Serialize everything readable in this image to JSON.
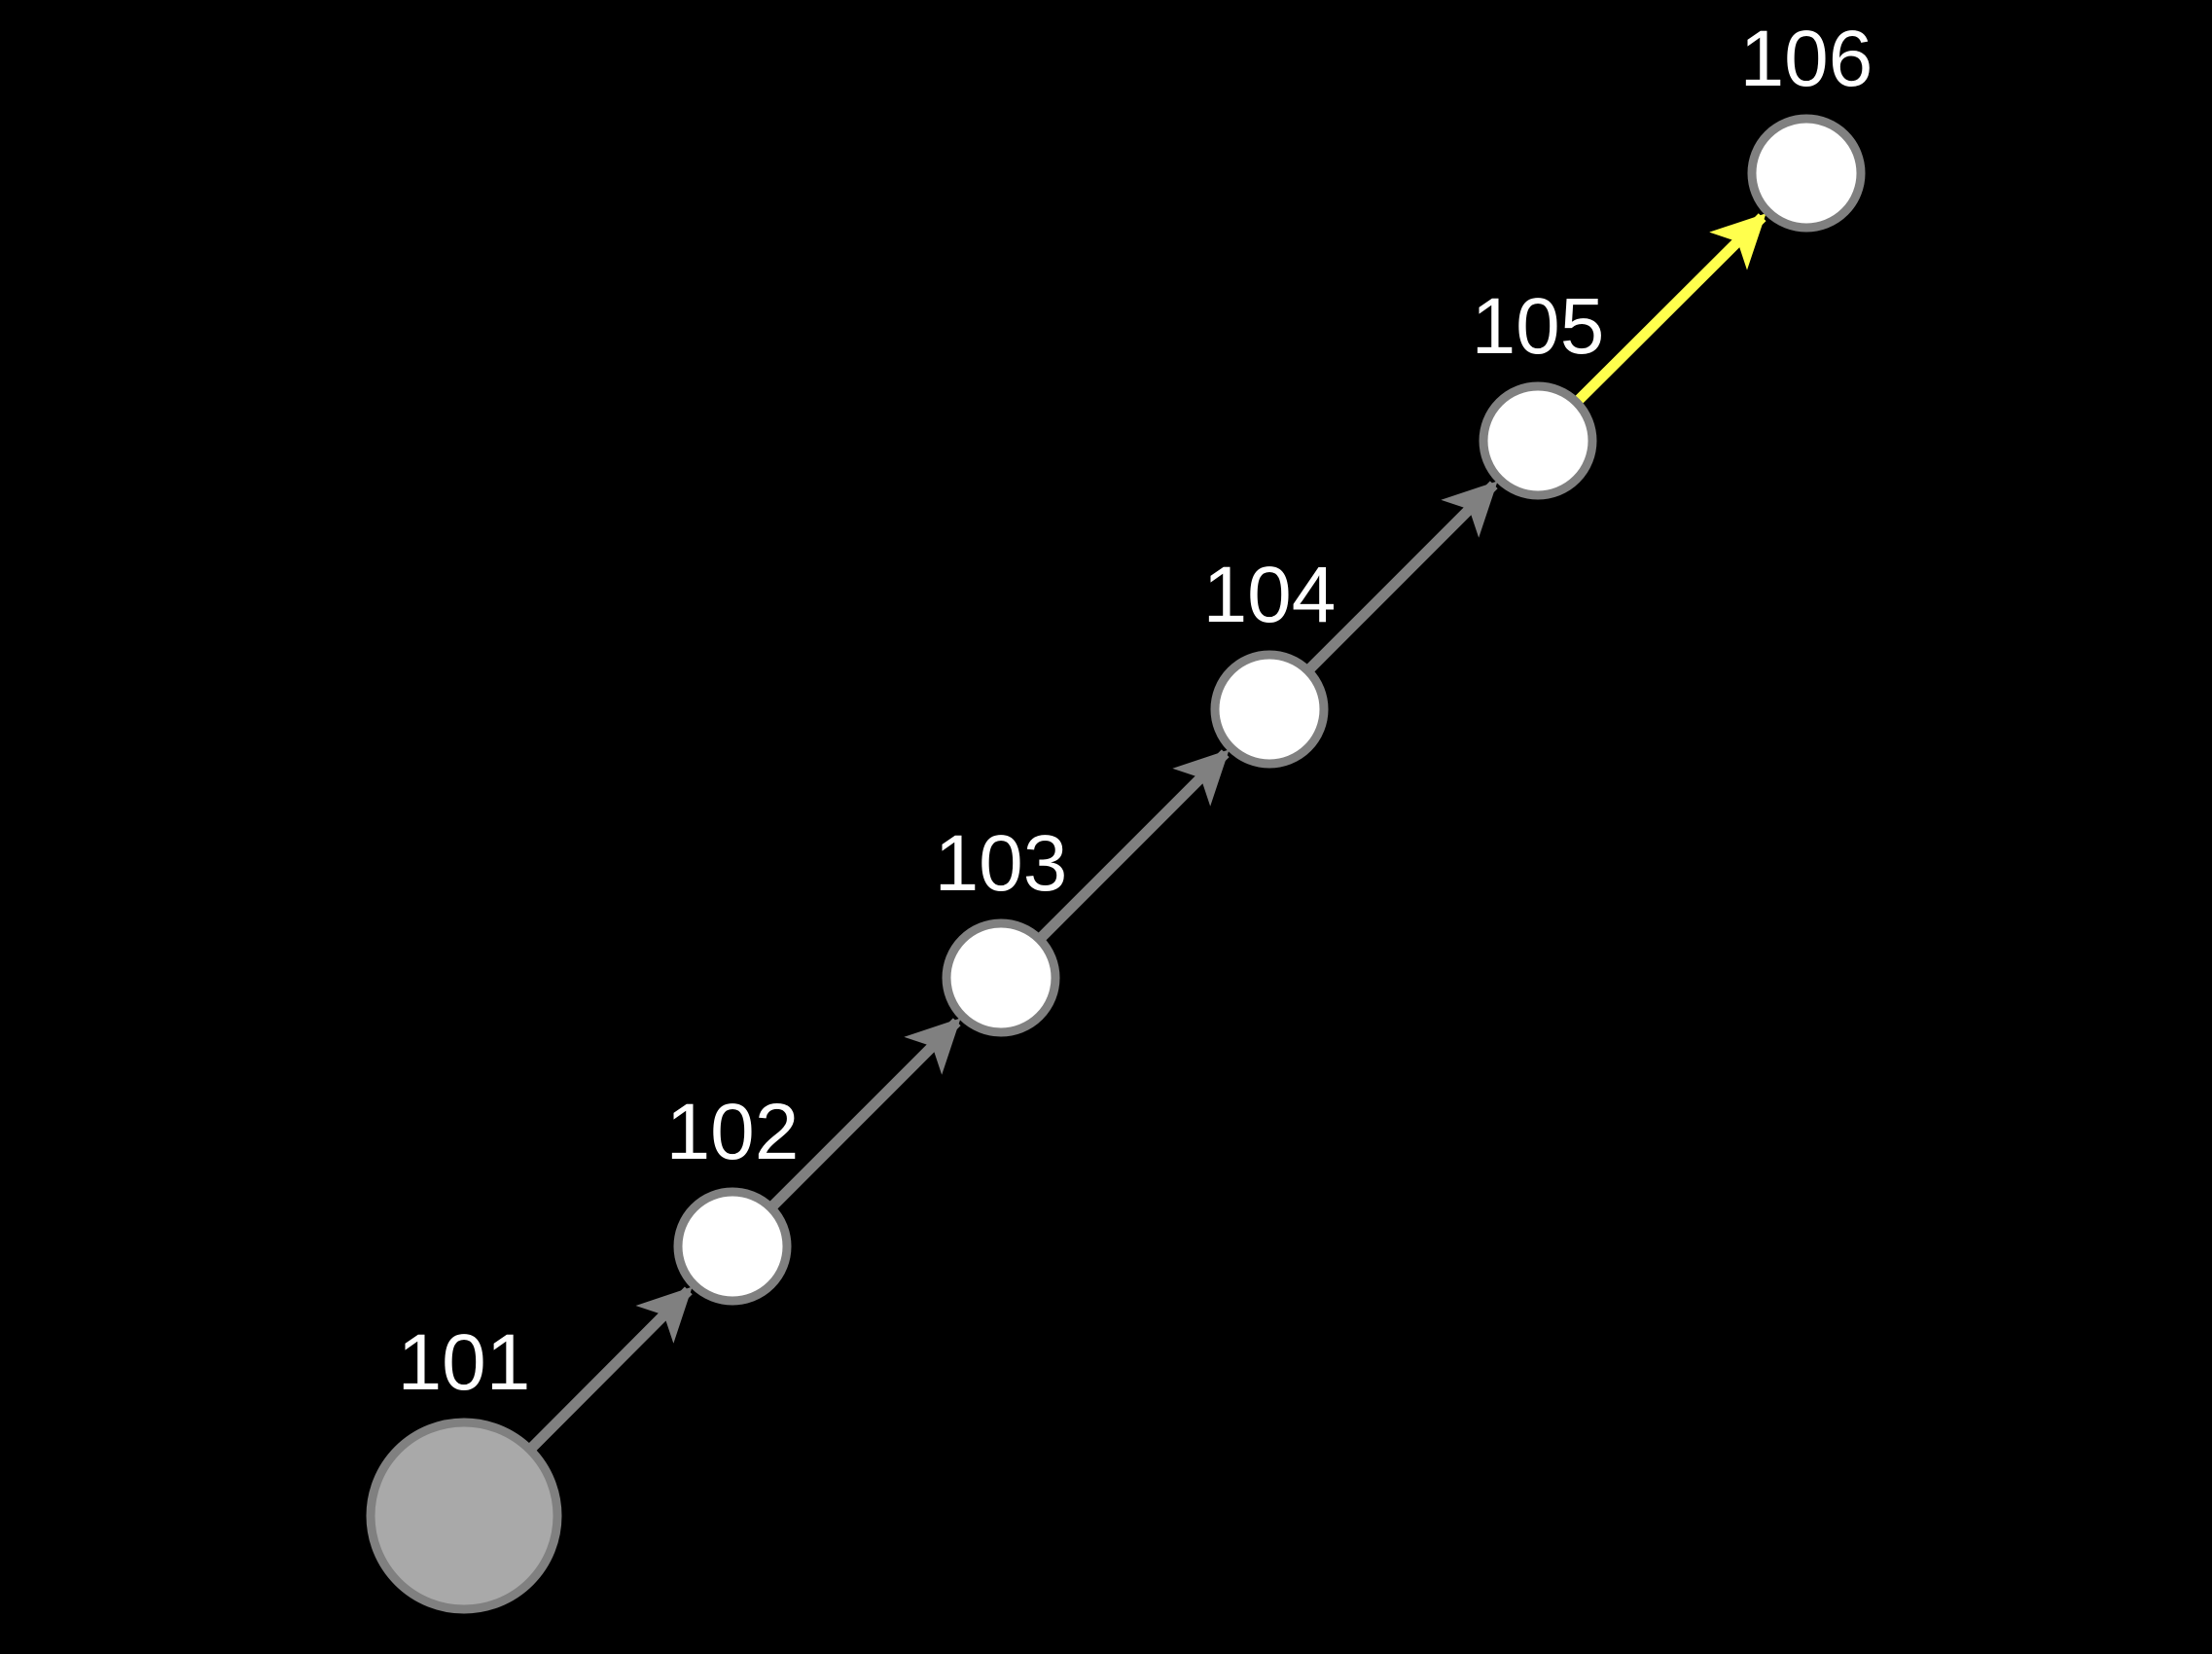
{
  "colors": {
    "background": "#000000",
    "edge": "#808080",
    "edge_highlight": "#ffff4d",
    "node_fill": "#ffffff",
    "node_root_fill": "#a9a9a9",
    "node_stroke": "#808080",
    "label": "#ffffff"
  },
  "nodes": [
    {
      "id": "101",
      "label": "101",
      "kind": "root"
    },
    {
      "id": "102",
      "label": "102",
      "kind": "normal"
    },
    {
      "id": "103",
      "label": "103",
      "kind": "normal"
    },
    {
      "id": "104",
      "label": "104",
      "kind": "normal"
    },
    {
      "id": "105",
      "label": "105",
      "kind": "normal"
    },
    {
      "id": "106",
      "label": "106",
      "kind": "normal"
    }
  ],
  "edges": [
    {
      "from": "101",
      "to": "102",
      "highlighted": false
    },
    {
      "from": "102",
      "to": "103",
      "highlighted": false
    },
    {
      "from": "103",
      "to": "104",
      "highlighted": false
    },
    {
      "from": "104",
      "to": "105",
      "highlighted": false
    },
    {
      "from": "105",
      "to": "106",
      "highlighted": true
    }
  ]
}
